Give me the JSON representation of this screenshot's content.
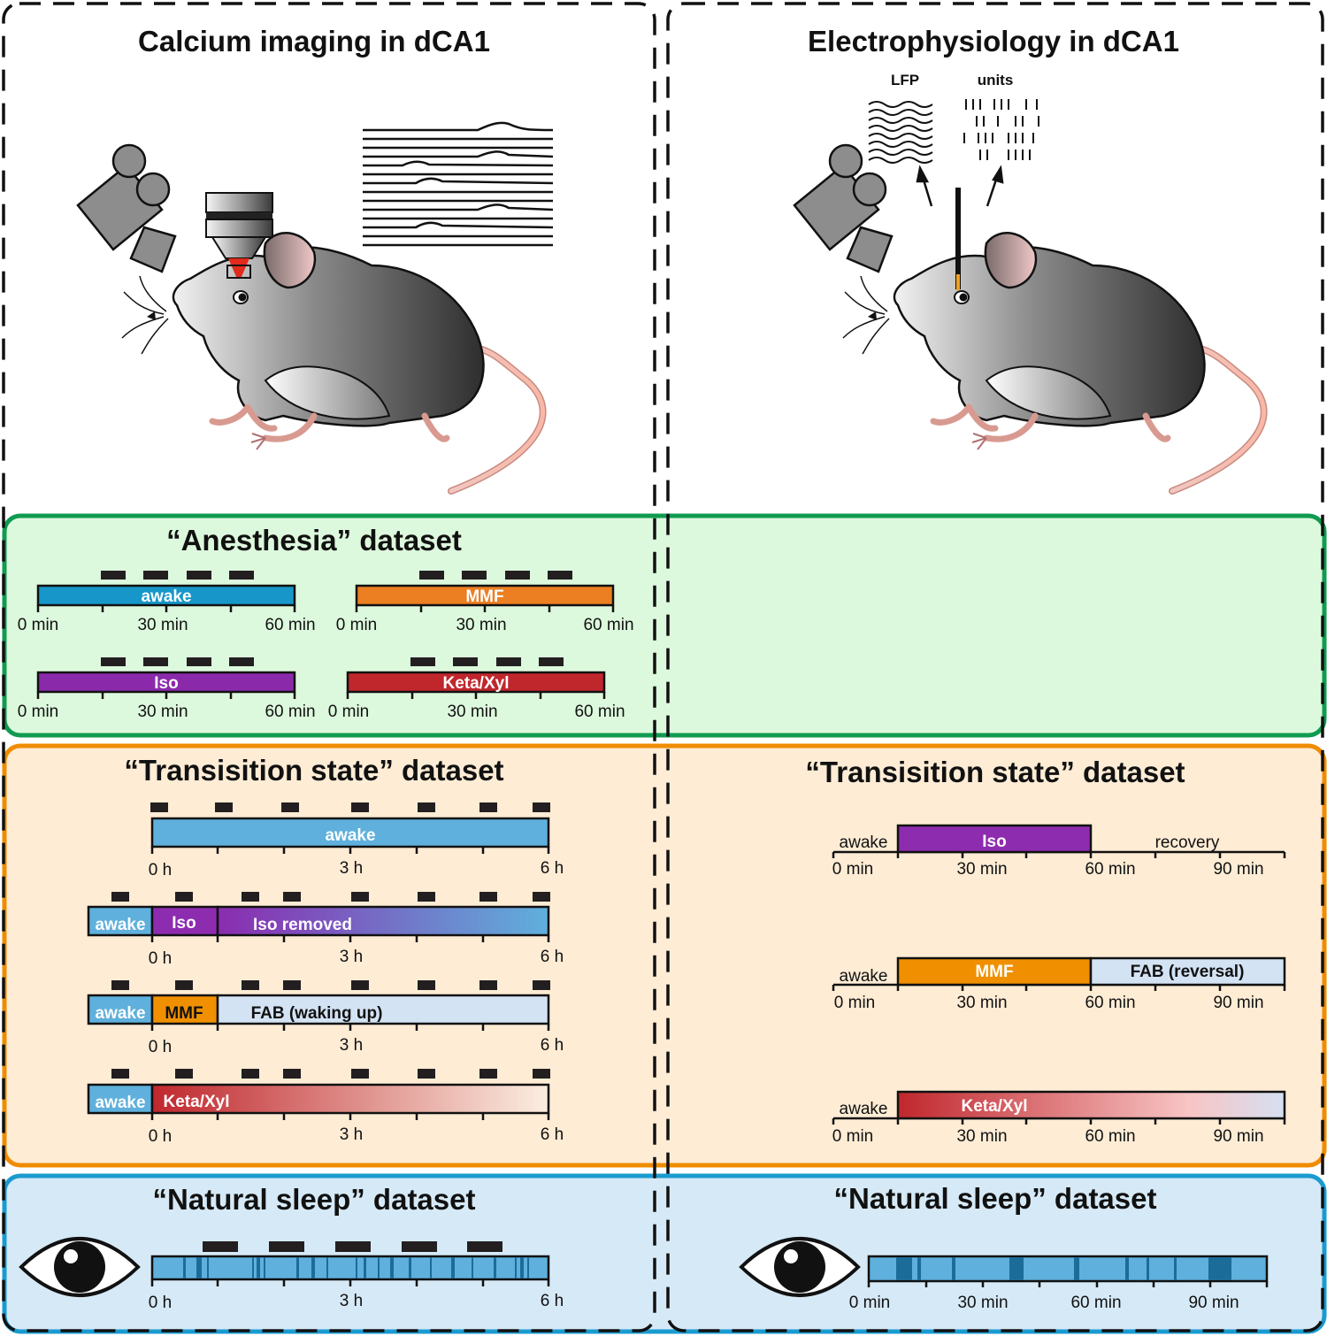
{
  "panels": {
    "left_title": "Calcium imaging in dCA1",
    "right_title": "Electrophysiology in dCA1",
    "lfp_label": "LFP",
    "units_label": "units"
  },
  "anesthesia": {
    "title": "“Anesthesia” dataset",
    "bars": [
      {
        "label": "awake",
        "color": "#1797c9",
        "ticks": [
          "0 min",
          "30 min",
          "60 min"
        ]
      },
      {
        "label": "MMF",
        "color": "#ec7f22",
        "ticks": [
          "0 min",
          "30 min",
          "60 min"
        ]
      },
      {
        "label": "Iso",
        "color": "#8a2aab",
        "ticks": [
          "0 min",
          "30 min",
          "60 min"
        ]
      },
      {
        "label": "Keta/Xyl",
        "color": "#c0272d",
        "ticks": [
          "0 min",
          "30 min",
          "60 min"
        ]
      }
    ]
  },
  "transition_left": {
    "title": "“Transisition state” dataset",
    "ticks": [
      "0 h",
      "3 h",
      "6 h"
    ],
    "row1": {
      "main": "awake"
    },
    "row2": {
      "pre": "awake",
      "drug": "Iso",
      "post": "Iso removed"
    },
    "row3": {
      "pre": "awake",
      "drug": "MMF",
      "post": "FAB (waking up)"
    },
    "row4": {
      "pre": "awake",
      "drug": "Keta/Xyl"
    }
  },
  "transition_right": {
    "title": "“Transisition state” dataset",
    "ticks": [
      "30 min",
      "60 min",
      "90 min"
    ],
    "zero_a": "0 min",
    "zero_b": "0  min",
    "row1": {
      "pre": "awake",
      "drug": "Iso",
      "post": "recovery"
    },
    "row2": {
      "pre": "awake",
      "drug": "MMF",
      "post": "FAB (reversal)"
    },
    "row3": {
      "pre": "awake",
      "drug": "Keta/Xyl"
    }
  },
  "sleep_left": {
    "title": "“Natural sleep” dataset",
    "ticks": [
      "0 h",
      "3 h",
      "6 h"
    ]
  },
  "sleep_right": {
    "title": "“Natural sleep” dataset",
    "ticks": [
      "0 min",
      "30 min",
      "60 min",
      "90 min"
    ]
  },
  "colors": {
    "green_box": "#0f9b50",
    "green_fill": "#ddf9dd",
    "orange_box": "#ef8c00",
    "orange_fill": "#feecd5",
    "blue_box": "#1a9bd0",
    "blue_fill": "#d6e9f6",
    "awake_blue": "#5fb0dc",
    "iso_purple": "#8e2cb0",
    "mmf_orange": "#f09000",
    "fab_light": "#d3e3f4"
  },
  "icons": [
    "camera-icon",
    "microscope-icon",
    "mouse-icon",
    "electrode-icon",
    "eye-icon"
  ]
}
